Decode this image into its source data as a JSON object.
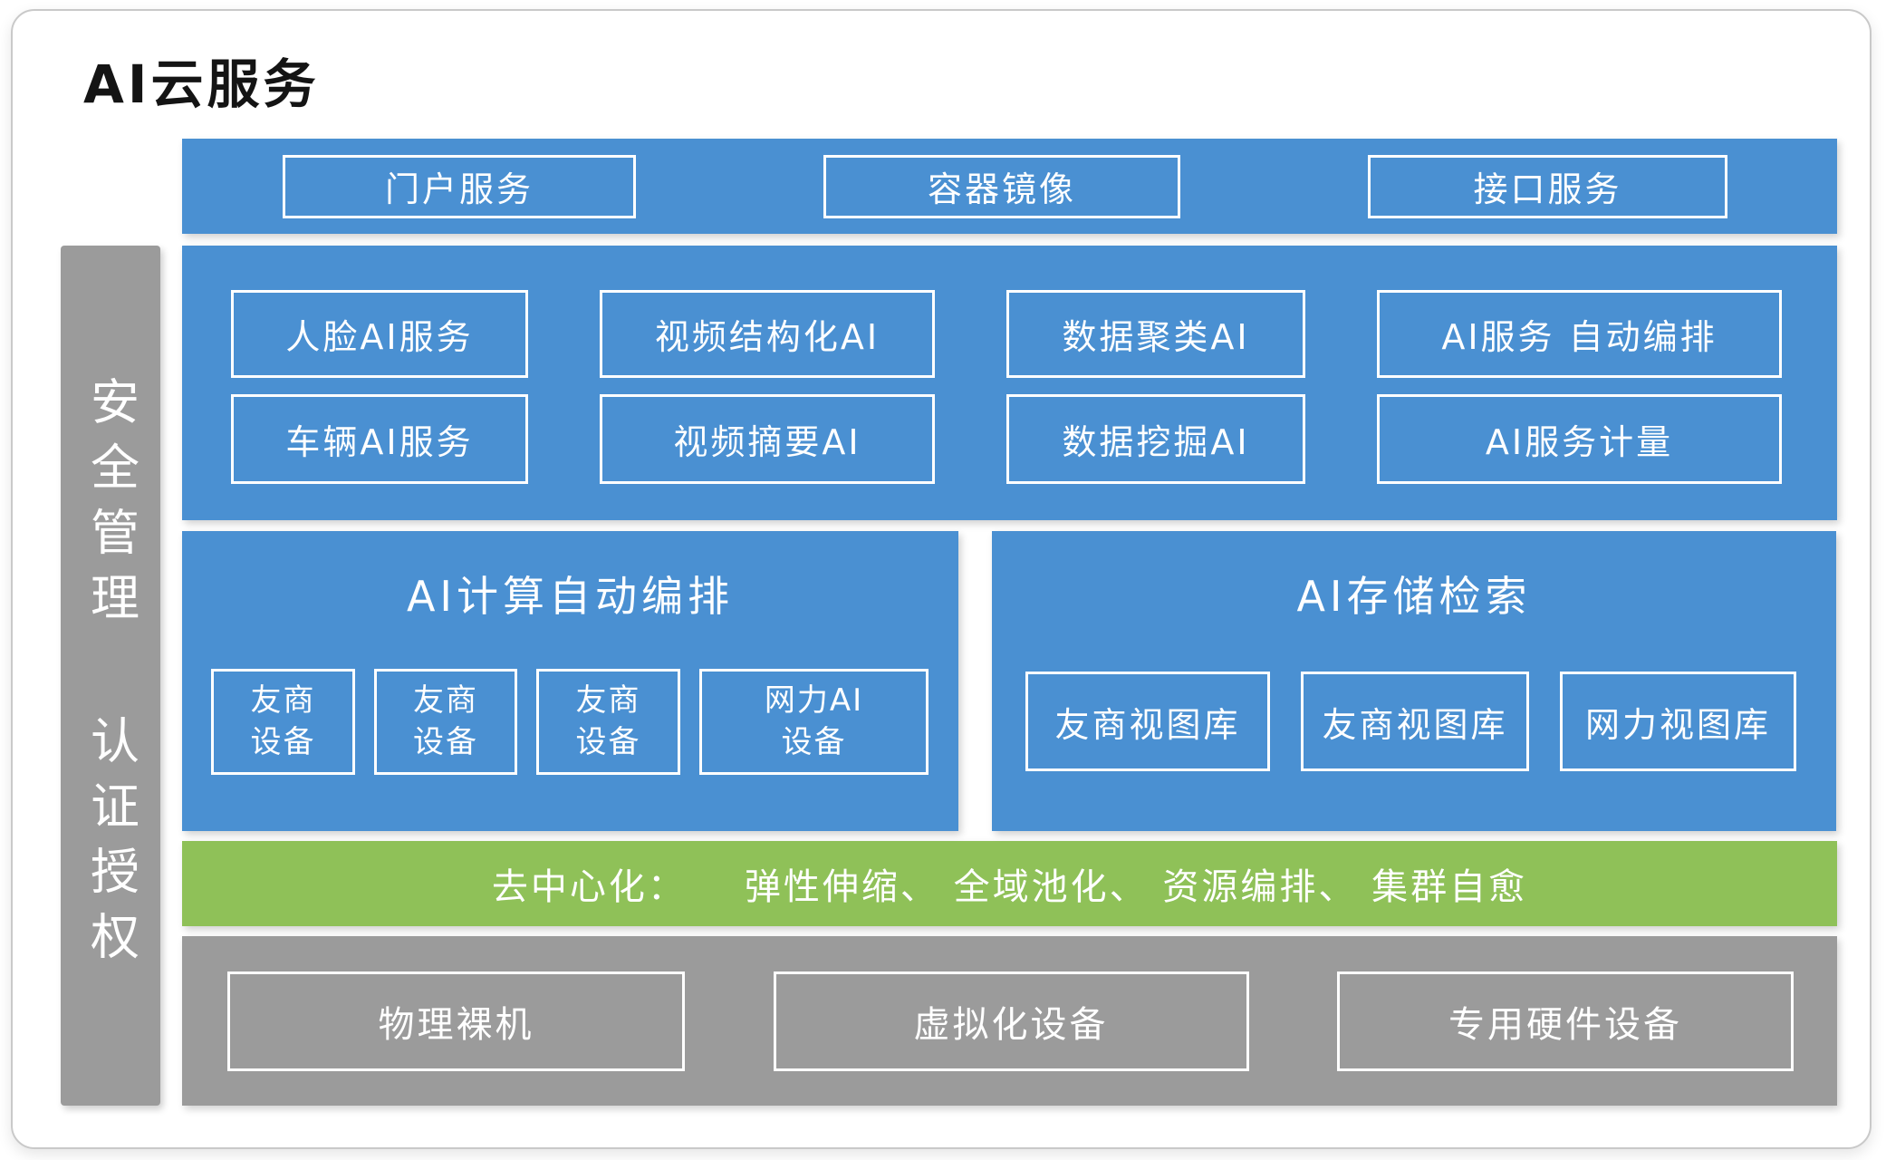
{
  "colors": {
    "blue": "#4a90d2",
    "green": "#8fc158",
    "gray": "#9b9b9b",
    "border": "#ffffff"
  },
  "title": "AI云服务",
  "sidebar": {
    "group1": "安全管理",
    "group2": "认证授权"
  },
  "top_band": {
    "items": [
      "门户服务",
      "容器镜像",
      "接口服务"
    ]
  },
  "ai_services": {
    "row1": [
      "人脸AI服务",
      "视频结构化AI",
      "数据聚类AI",
      "AI服务 自动编排"
    ],
    "row2": [
      "车辆AI服务",
      "视频摘要AI",
      "数据挖掘AI",
      "AI服务计量"
    ]
  },
  "compute_panel": {
    "title": "AI计算自动编排",
    "devices": [
      "友商\n设备",
      "友商\n设备",
      "友商\n设备",
      "网力AI\n设备"
    ]
  },
  "storage_panel": {
    "title": "AI存储检索",
    "devices": [
      "友商视图库",
      "友商视图库",
      "网力视图库"
    ]
  },
  "decentralize_band": {
    "prefix": "去中心化：",
    "features": "弹性伸缩、 全域池化、 资源编排、 集群自愈"
  },
  "infra_band": {
    "items": [
      "物理裸机",
      "虚拟化设备",
      "专用硬件设备"
    ]
  }
}
